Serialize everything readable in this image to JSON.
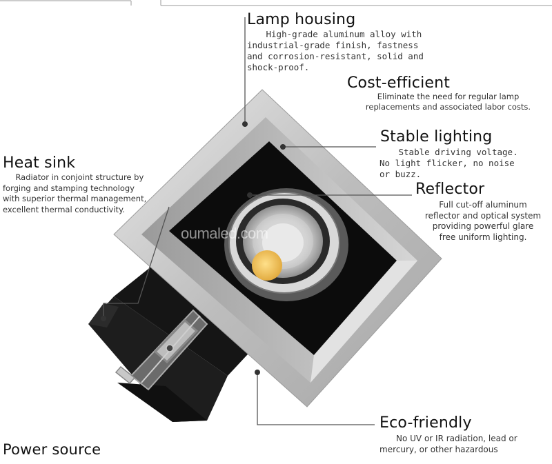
{
  "callouts": {
    "lamp_housing": {
      "title": "Lamp housing",
      "desc": "High-grade aluminum alloy with\nindustrial-grade finish, fastness\nand corrosion-resistant, solid and\nshock-proof."
    },
    "cost_efficient": {
      "title": "Cost-efficient",
      "desc": "Eliminate the need for regular lamp\nreplacements and associated labor costs."
    },
    "stable_lighting": {
      "title": "Stable lighting",
      "desc": "Stable driving voltage.\nNo light flicker, no noise\nor buzz."
    },
    "reflector": {
      "title": "Reflector",
      "desc": "Full cut-off aluminum\nreflector and optical system\nproviding powerful glare\nfree uniform lighting."
    },
    "heat_sink": {
      "title": "Heat sink",
      "desc": "Radiator in conjoint structure by\nforging and stamping technology\nwith superior thermal management,\nexcellent thermal conductivity."
    },
    "eco_friendly": {
      "title": "Eco-friendly",
      "desc": "No UV or IR radiation, lead or\nmercury, or other hazardous"
    },
    "power_source": {
      "title": "Power source"
    }
  },
  "watermark": "oumaled.com",
  "colors": {
    "frame": "#c9c9c9",
    "inner": "#0c0c0c",
    "led": "#f2c25a",
    "leader": "#555555"
  }
}
